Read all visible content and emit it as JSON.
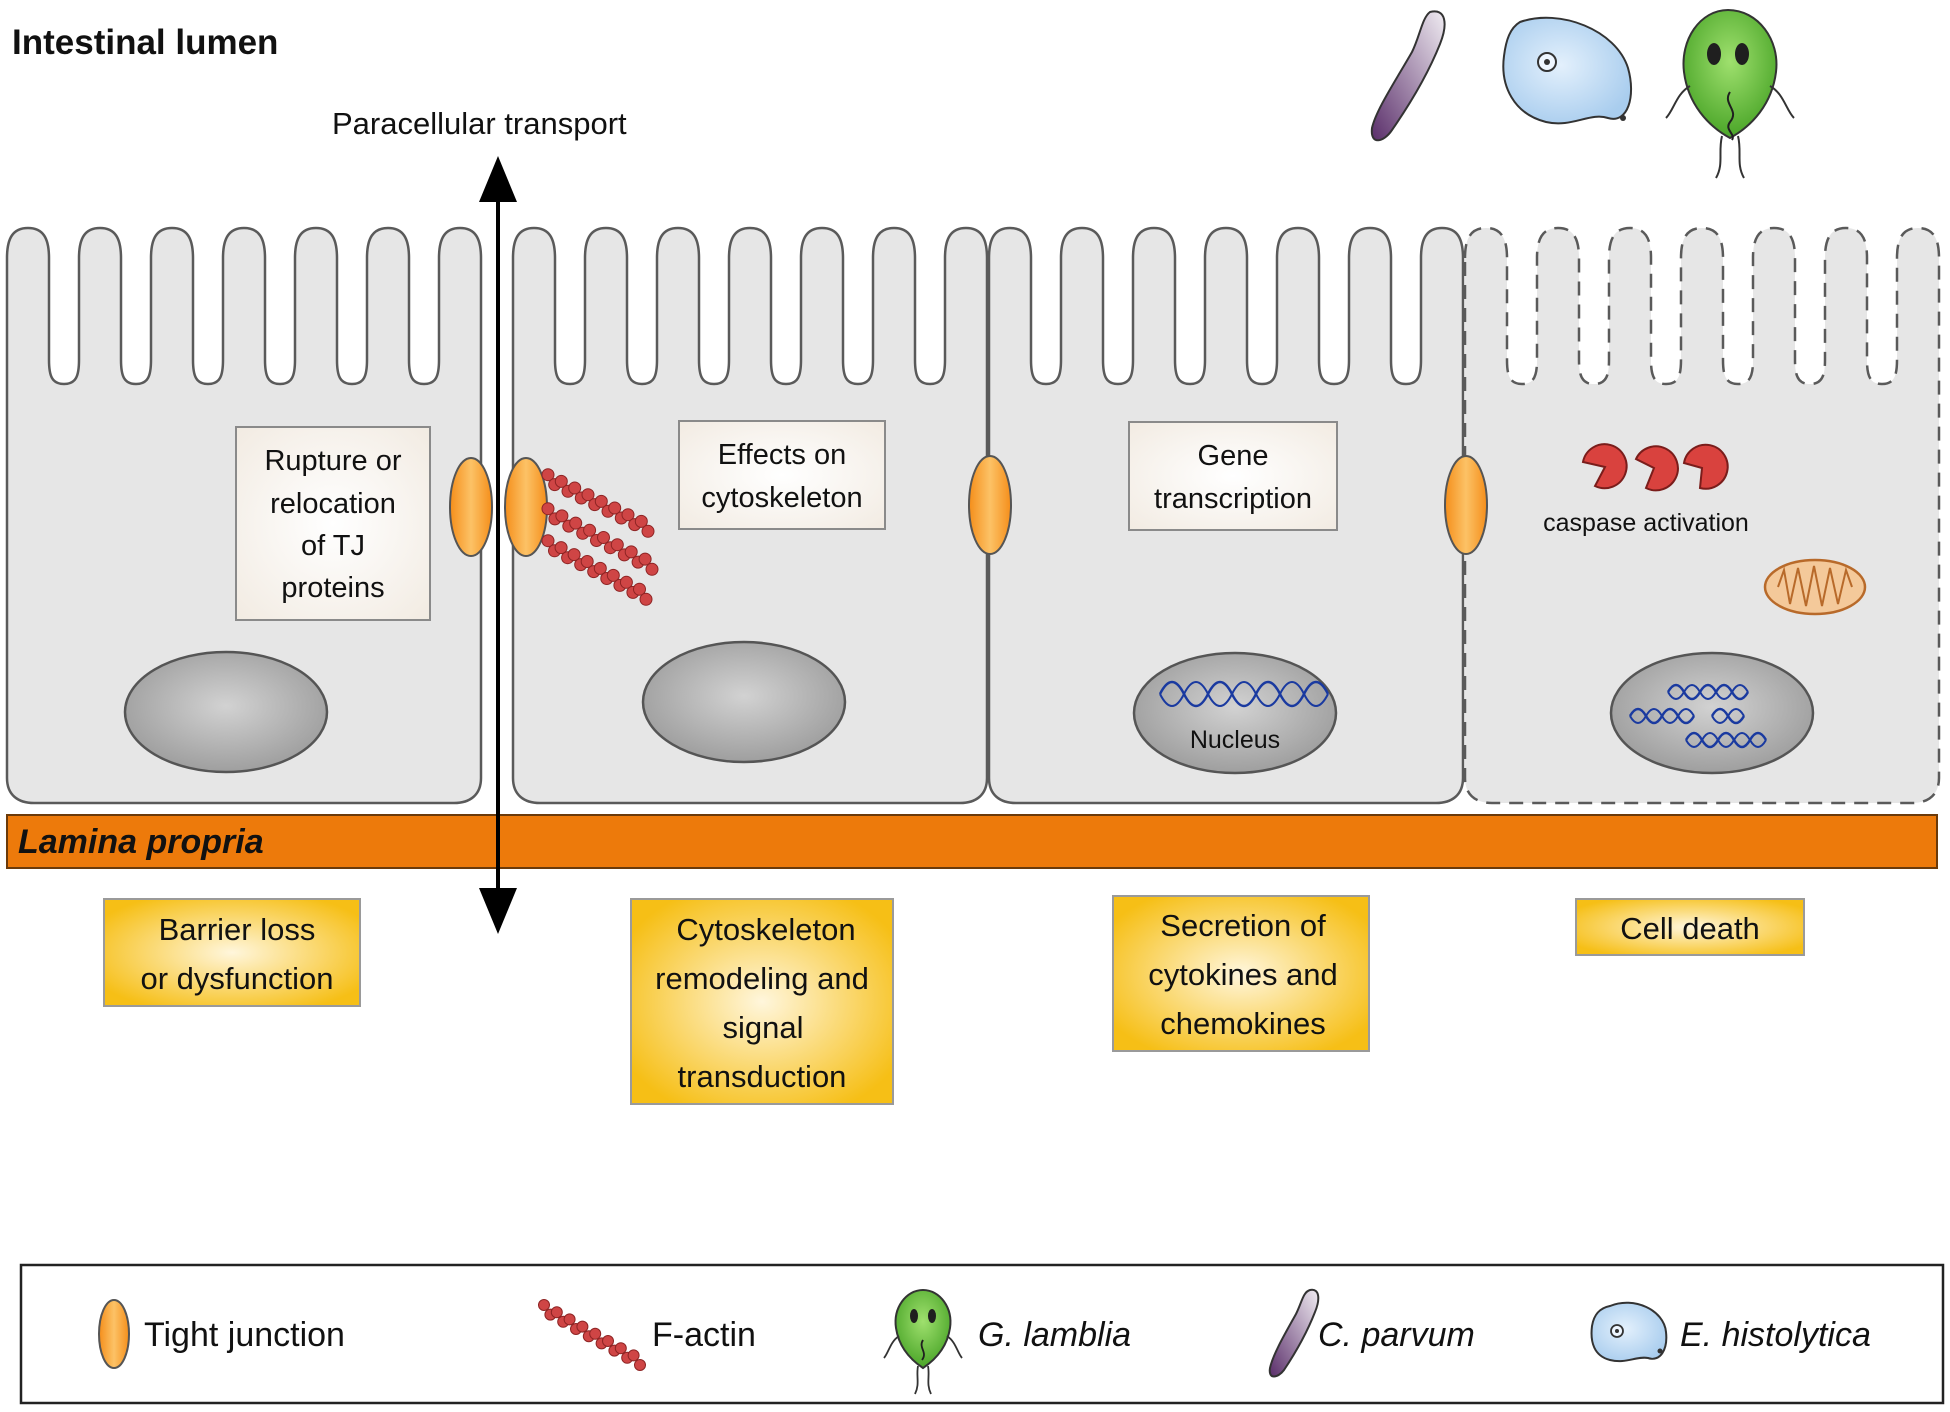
{
  "header": {
    "lumen_label": "Intestinal lumen",
    "transport_label": "Paracellular transport"
  },
  "cells": [
    {
      "effect": [
        "Rupture or",
        "relocation",
        "of TJ",
        "proteins"
      ]
    },
    {
      "effect": [
        "Effects on",
        "cytoskeleton"
      ]
    },
    {
      "effect": [
        "Gene",
        "transcription"
      ],
      "nucleus_label": "Nucleus"
    },
    {
      "caspase_label": "caspase activation"
    }
  ],
  "lamina_label": "Lamina propria",
  "outcomes": [
    {
      "lines": [
        "Barrier loss",
        "or dysfunction"
      ]
    },
    {
      "lines": [
        "Cytoskeleton",
        "remodeling and",
        "signal",
        "transduction"
      ]
    },
    {
      "lines": [
        "Secretion of",
        "cytokines and",
        "chemokines"
      ]
    },
    {
      "lines": [
        "Cell death"
      ]
    }
  ],
  "legend": {
    "items": [
      {
        "icon": "tight-junction-icon",
        "label": "Tight junction"
      },
      {
        "icon": "f-actin-icon",
        "label": "F-actin"
      },
      {
        "icon": "giardia-icon",
        "label": "G. lamblia"
      },
      {
        "icon": "cryptosporidium-icon",
        "label": "C. parvum"
      },
      {
        "icon": "entamoeba-icon",
        "label": "E. histolytica"
      }
    ]
  },
  "colors": {
    "cell_fill": "#e6e6e6",
    "cell_stroke": "#5a5a5a",
    "lamina": "#ed7a0b",
    "tight_junction": "#f7a535",
    "f_actin": "#d44a4a",
    "giardia": "#66c13a",
    "cryptosporidium": "#6a3e7a",
    "entamoeba": "#bfdcf5",
    "caspase": "#d9423e",
    "dna": "#1a3aa0",
    "outcome_box": "#f7c51b"
  }
}
